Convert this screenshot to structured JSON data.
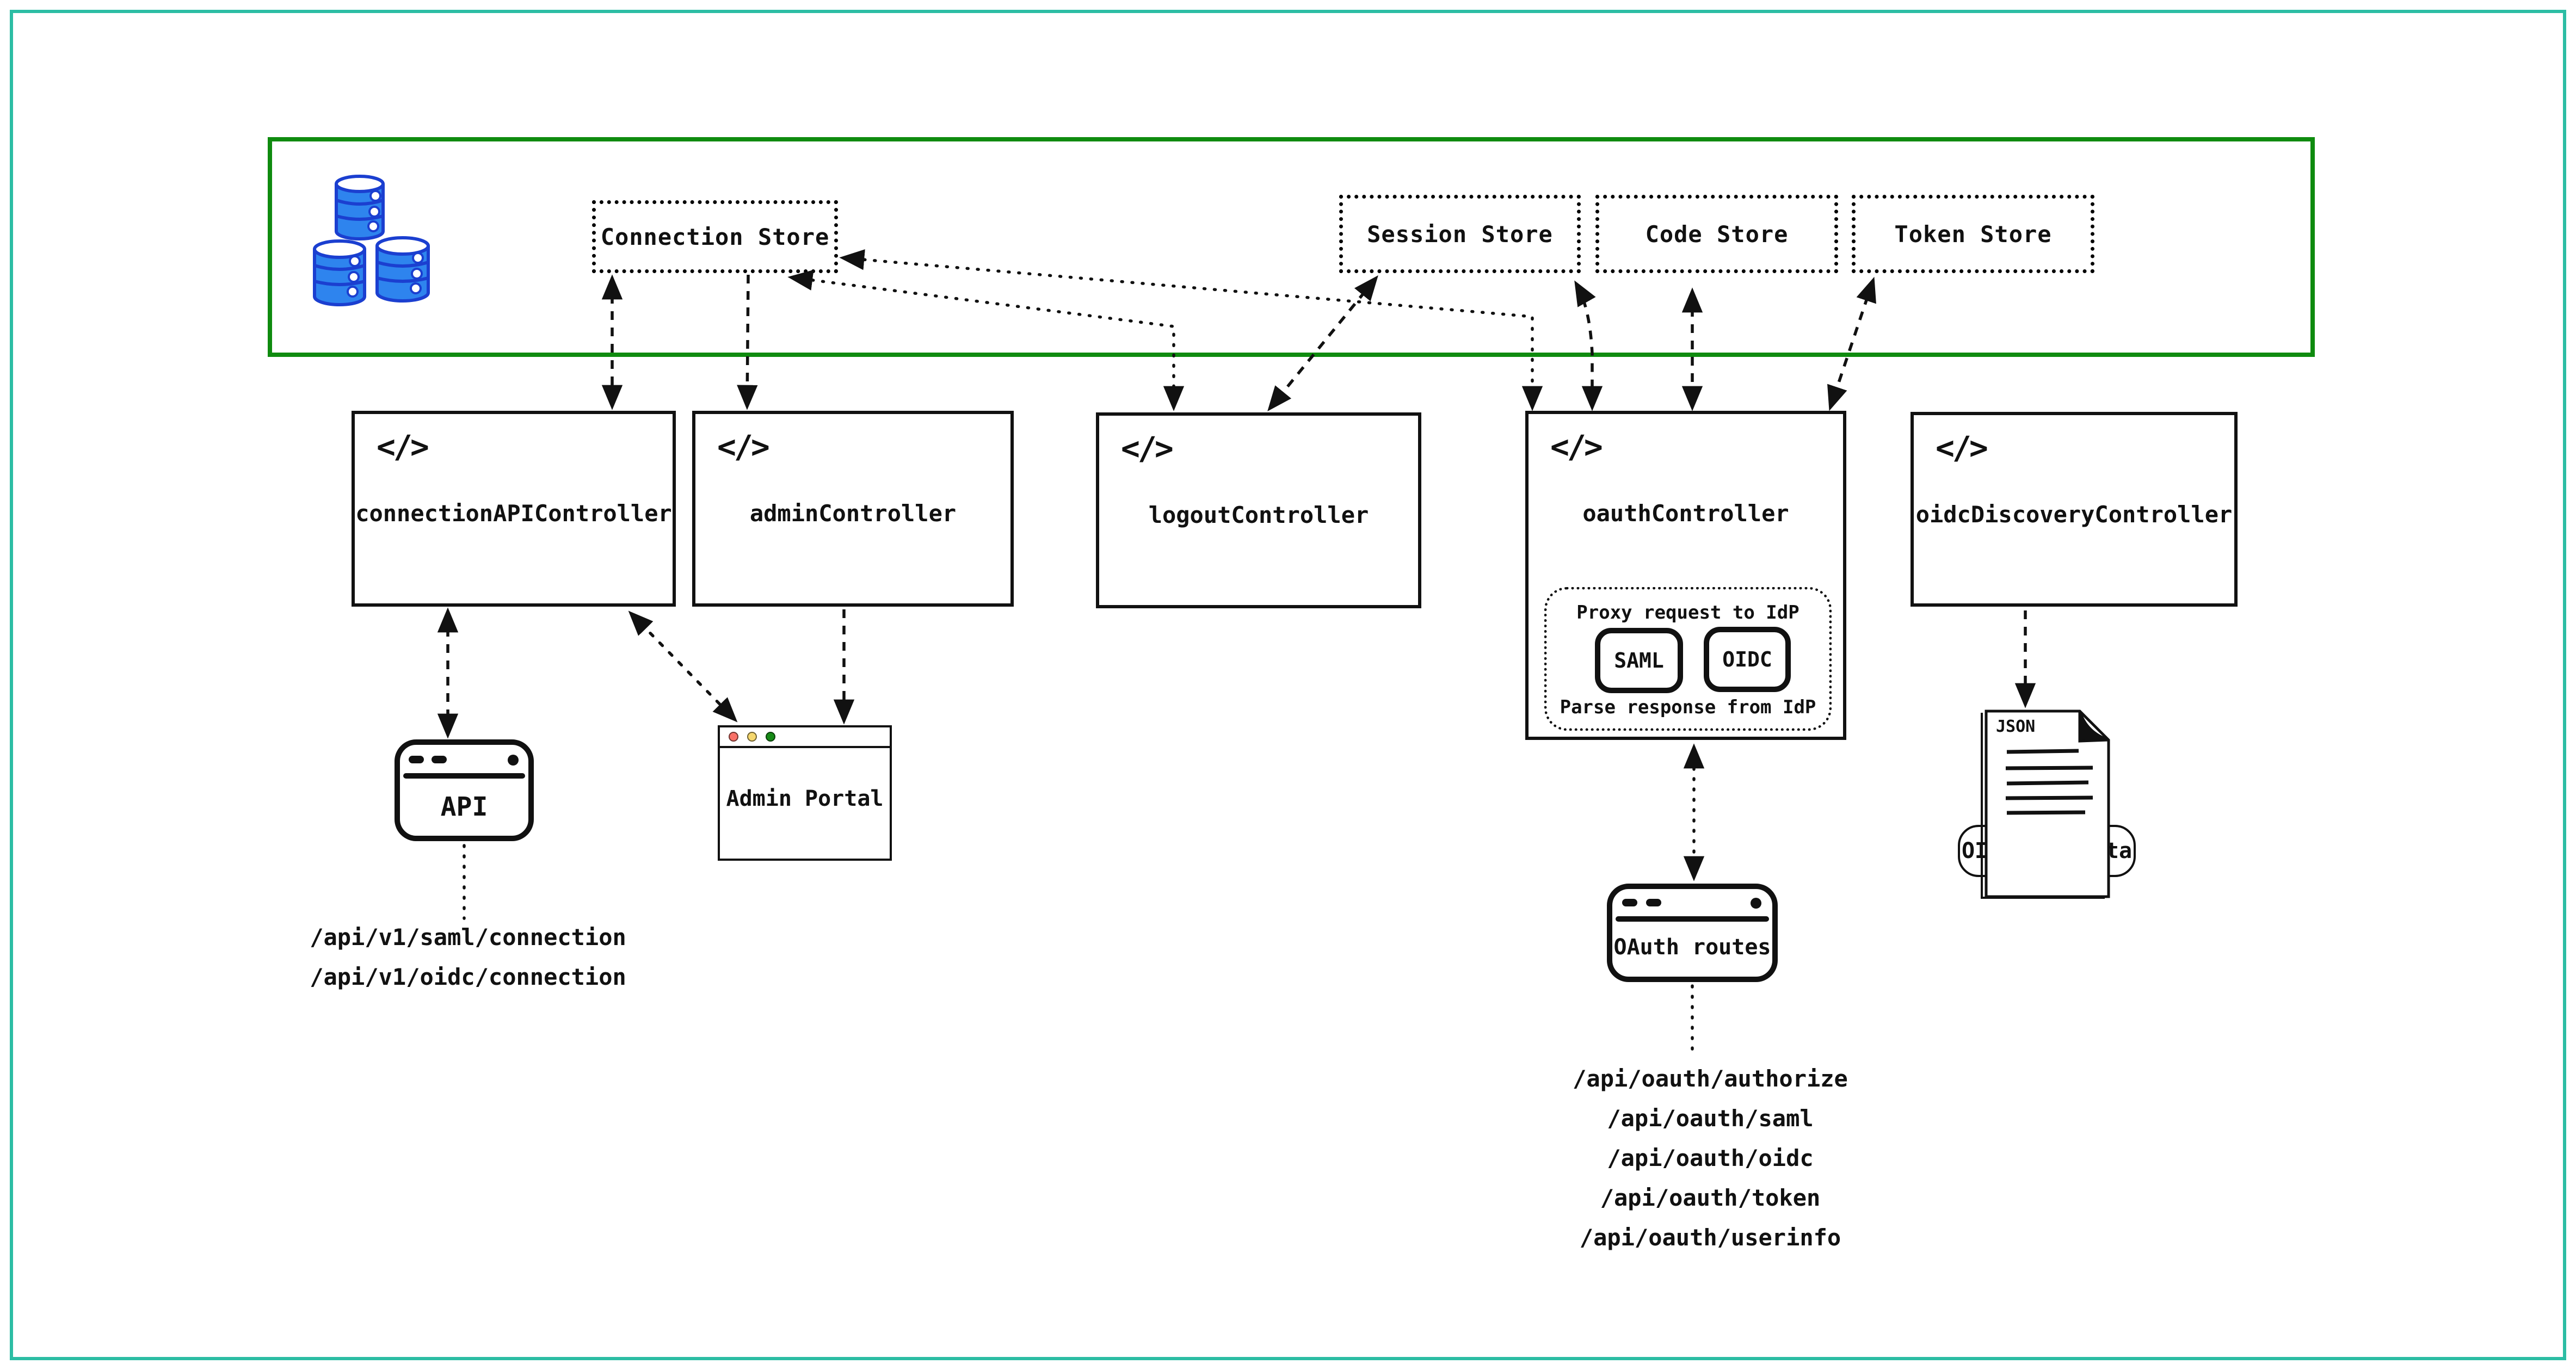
{
  "icons": {
    "code": "</>"
  },
  "infra_zone": {
    "database_icon": "database-cluster-icon",
    "stores": [
      {
        "label": "Connection Store"
      },
      {
        "label": "Session Store"
      },
      {
        "label": "Code Store"
      },
      {
        "label": "Token Store"
      }
    ]
  },
  "controllers": [
    {
      "label": "connectionAPIController"
    },
    {
      "label": "adminController"
    },
    {
      "label": "logoutController"
    },
    {
      "label": "oauthController"
    },
    {
      "label": "oidcDiscoveryController"
    }
  ],
  "oauth_proxy": {
    "top_label": "Proxy request to IdP",
    "bottom_label": "Parse response from IdP",
    "protocols": [
      {
        "label": "SAML"
      },
      {
        "label": "OIDC"
      }
    ]
  },
  "clients": {
    "api_window": {
      "label": "API"
    },
    "admin_portal_window": {
      "label": "Admin Portal"
    },
    "oauth_routes_window": {
      "label": "OAuth routes"
    },
    "oidc_metadata_doc": {
      "file_type": "JSON",
      "label": "OIDC Metadata"
    }
  },
  "endpoints": {
    "connection_api": [
      "/api/v1/saml/connection",
      "/api/v1/oidc/connection"
    ],
    "oauth": [
      "/api/oauth/authorize",
      "/api/oauth/saml",
      "/api/oauth/oidc",
      "/api/oauth/token",
      "/api/oauth/userinfo"
    ]
  },
  "colors": {
    "page_border": "#2cbda4",
    "zone_border": "#0f8b0f",
    "database_fill": "#2e84ee",
    "database_stroke": "#1b3fd0",
    "traffic_red": "#f87168",
    "traffic_yellow": "#f5d76e",
    "traffic_green": "#178a17",
    "line": "#111111"
  }
}
